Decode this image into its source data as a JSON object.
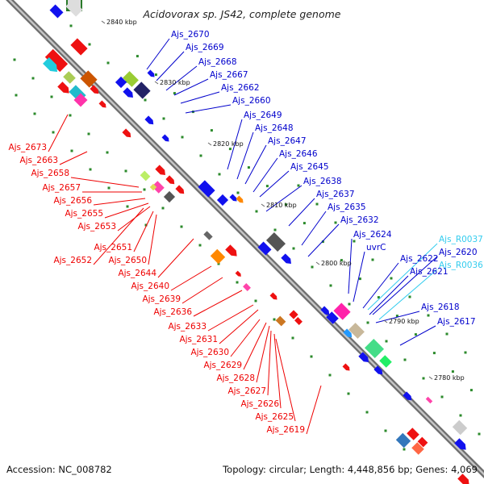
{
  "title": "Acidovorax sp. JS42, complete genome",
  "footer": {
    "accession": "Accession: NC_008782",
    "summary": "Topology: circular; Length: 4,448,856 bp; Genes: 4,069"
  },
  "colors": {
    "forward_label": "#0000cc",
    "reverse_label": "#ee0000",
    "rna_label": "#33ccee",
    "backbone": "#888888"
  },
  "ticks": [
    "2840 kbp",
    "2830 kbp",
    "2820 kbp",
    "2810 kbp",
    "2800 kbp",
    "2790 kbp",
    "2780 kbp"
  ],
  "forward_labels": [
    "Ajs_2670",
    "Ajs_2669",
    "Ajs_2668",
    "Ajs_2667",
    "Ajs_2662",
    "Ajs_2660",
    "Ajs_2649",
    "Ajs_2648",
    "Ajs_2647",
    "Ajs_2646",
    "Ajs_2645",
    "Ajs_2638",
    "Ajs_2637",
    "Ajs_2635",
    "Ajs_2632",
    "Ajs_2624",
    "uvrC",
    "Ajs_2622",
    "Ajs_2621",
    "Ajs_2618",
    "Ajs_2617"
  ],
  "rna_labels": [
    "Ajs_R0037",
    "Ajs_2620",
    "Ajs_R0036"
  ],
  "reverse_labels": [
    "Ajs_2673",
    "Ajs_2663",
    "Ajs_2658",
    "Ajs_2657",
    "Ajs_2656",
    "Ajs_2655",
    "Ajs_2653",
    "Ajs_2651",
    "Ajs_2650",
    "Ajs_2652",
    "Ajs_2644",
    "Ajs_2640",
    "Ajs_2639",
    "Ajs_2636",
    "Ajs_2633",
    "Ajs_2631",
    "Ajs_2630",
    "Ajs_2629",
    "Ajs_2628",
    "Ajs_2627",
    "Ajs_2626",
    "Ajs_2625",
    "Ajs_2619"
  ]
}
